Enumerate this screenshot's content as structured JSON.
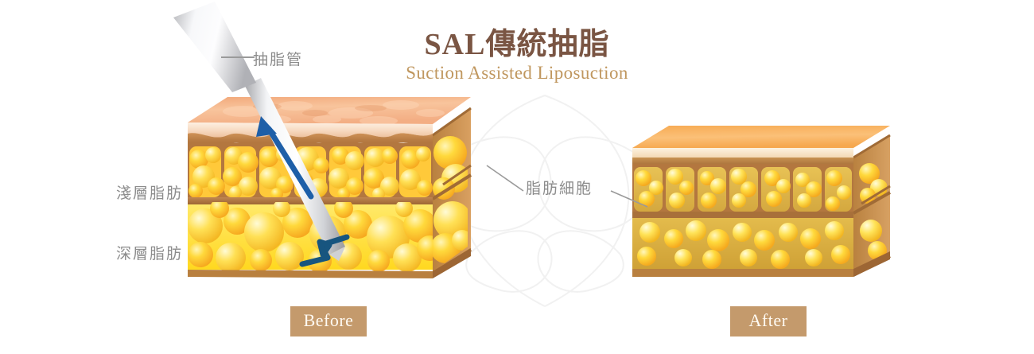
{
  "header": {
    "title_cn": "SAL傳統抽脂",
    "title_en": "Suction Assisted Liposuction",
    "title_color": "#7a5543",
    "subtitle_color": "#c0975f"
  },
  "annotations": {
    "cannula": "抽脂管",
    "superficial_fat": "淺層脂肪",
    "deep_fat": "深層脂肪",
    "fat_cells": "脂肪細胞",
    "label_color": "#8c8c8c",
    "leader_line_color": "#9a9a9a"
  },
  "badges": {
    "before": "Before",
    "after": "After",
    "background": "#c49a6c",
    "text_color": "#fffaf2"
  },
  "diagram": {
    "before": {
      "caption": "Before",
      "skin_texture": "dimpled-mottled",
      "superficial_compartments": 7,
      "deep_fat_density": "high",
      "has_cannula": true,
      "suction_arrow_color": "#1e5fa8",
      "tip_arrow_color": "#17557f"
    },
    "after": {
      "caption": "After",
      "skin_texture": "smooth",
      "superficial_compartments": 7,
      "deep_fat_density": "low",
      "has_cannula": false
    }
  },
  "palette": {
    "skin_top": "#f6b98a",
    "skin_top_light": "#fbd7bb",
    "dermis": "#c58b52",
    "septa": "#b3773f",
    "fat_yellow": "#ffd528",
    "fat_yellow_light": "#ffe87a",
    "fat_orange": "#f9a62b",
    "deep_bg": "#ffe14a",
    "deep_bg_after": "#d9ae43",
    "cannula_metal": "#e9eaec",
    "watermark": "#f2f2f2"
  }
}
